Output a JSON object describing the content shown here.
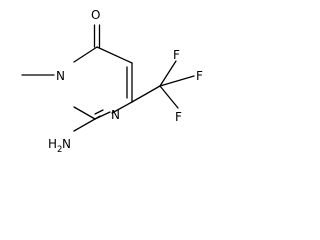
{
  "labels": {
    "carbonyl_oxygen": "O",
    "ring_nitrogen_methyl": "N",
    "ring_nitrogen_ring": "N",
    "amino_h": "H",
    "amino_subscript": "2",
    "amino_n": "N",
    "fluorine_top": "F",
    "fluorine_right": "F",
    "fluorine_bottom": "F"
  },
  "colors": {
    "bond": "#000000",
    "text": "#000000",
    "background": "#ffffff"
  }
}
